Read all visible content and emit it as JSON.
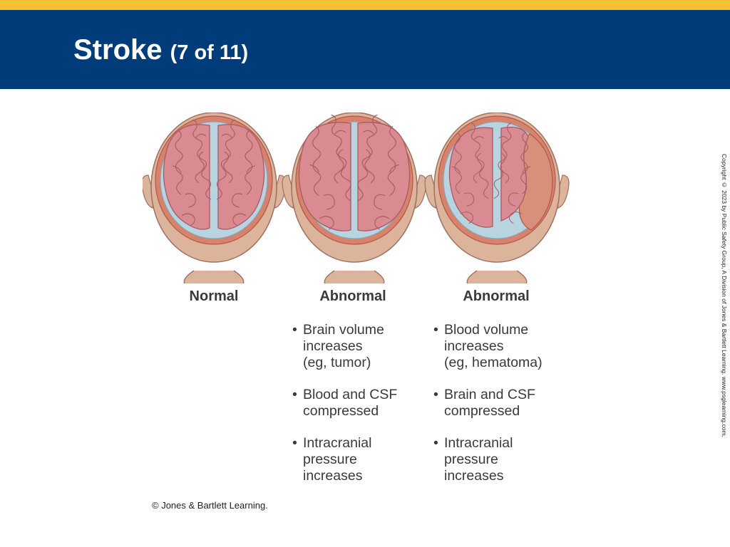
{
  "slide": {
    "title": "Stroke",
    "subtitle": "(7 of 11)"
  },
  "figure": {
    "labels": [
      "Normal",
      "Abnormal",
      "Abnormal"
    ]
  },
  "columns": [
    {
      "bullets": [
        {
          "lines": [
            "Brain volume",
            "increases",
            "(eg, tumor)"
          ]
        },
        {
          "lines": [
            "Blood and CSF",
            "compressed"
          ]
        },
        {
          "lines": [
            "Intracranial",
            "pressure",
            "increases"
          ]
        }
      ]
    },
    {
      "bullets": [
        {
          "lines": [
            "Blood volume",
            "increases",
            "(eg, hematoma)"
          ]
        },
        {
          "lines": [
            "Brain and CSF",
            "compressed"
          ]
        },
        {
          "lines": [
            "Intracranial",
            "pressure",
            "increases"
          ]
        }
      ]
    }
  ],
  "footer": {
    "copyright": "© Jones & Bartlett Learning.",
    "vertical_copyright": "Copyright © 2023 by Public Safety Group, A Division of Jones & Bartlett Learning. www.psglearning.com."
  },
  "colors": {
    "accent_stripe": "#f6c235",
    "header": "#003b7a",
    "skin": "#dcb39b",
    "skull": "#d9826b",
    "csf": "#b8d4e0",
    "brain": "#d98b91",
    "hematoma": "#d8907a"
  },
  "bullet_glyph": "•"
}
